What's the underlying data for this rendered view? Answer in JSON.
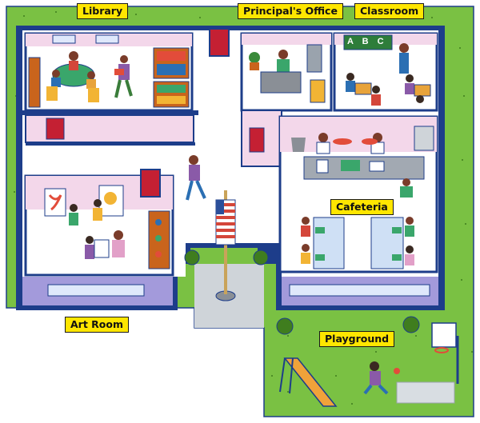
{
  "rooms": {
    "library": "Library",
    "principals_office": "Principal's Office",
    "classroom": "Classroom",
    "cafeteria": "Cafeteria",
    "art_room": "Art Room",
    "playground": "Playground"
  },
  "chalkboard_text": "A B C",
  "colors": {
    "grass": "#7ac143",
    "wall": "#1d3d8a",
    "floor": "#ffffff",
    "room_wall": "#f3d7ea",
    "label_bg": "#ffe600"
  }
}
